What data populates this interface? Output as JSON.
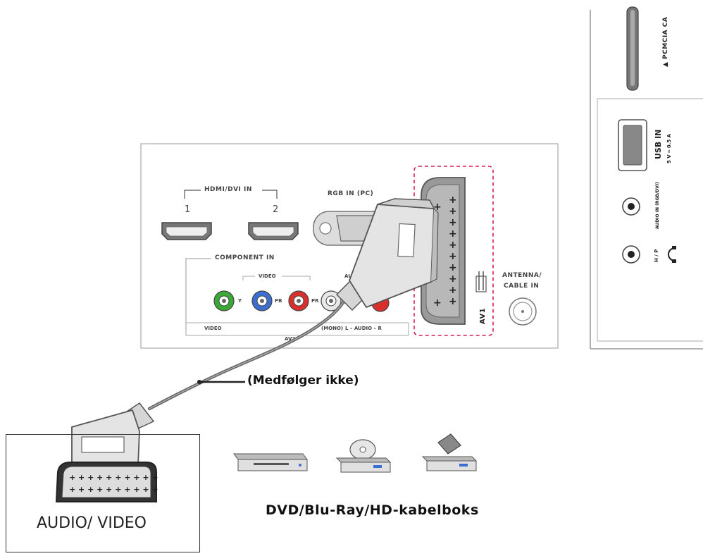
{
  "tv_panel": {
    "hdmi_group_label": "HDMI/DVI IN",
    "hdmi_port_1": "1",
    "hdmi_port_2": "2",
    "rgb_label": "RGB IN (PC)",
    "component_label": "COMPONENT IN",
    "component_video_label": "VIDEO",
    "component_audio_label": "AUDIO",
    "port_y": "Y",
    "port_pb": "PB",
    "port_pr": "PR",
    "video_label": "VIDEO",
    "av2_label": "AV2",
    "mono_label": "(MONO)",
    "audio_lr_label": "L – AUDIO – R",
    "av1_label": "AV1",
    "antenna_label_line1": "ANTENNA/",
    "antenna_label_line2": "CABLE IN"
  },
  "side_panel": {
    "pcmcia_label": "▲ PCMCIA CA",
    "usb_label": "USB IN",
    "usb_spec": "5 V ═ 0.5 A",
    "audio_in_label": "AUDIO IN (RGB/DVI)",
    "hp_label": "H / P"
  },
  "cable_label": "(Medfølger ikke)",
  "device_box_label": "AUDIO/ VIDEO",
  "devices_caption": "DVD/Blu-Ray/HD-kabelboks",
  "colors": {
    "outline": "#555555",
    "av1_highlight": "#d81b60",
    "jack_green": "#3aa935",
    "jack_blue": "#3a6fd1",
    "jack_red": "#d9302b",
    "jack_white": "#e8e8e8"
  }
}
